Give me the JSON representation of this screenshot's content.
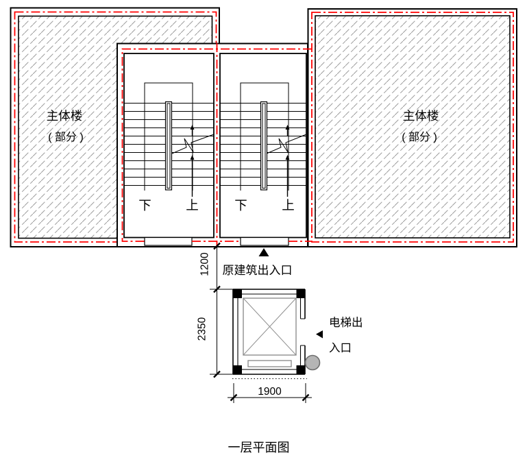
{
  "drawing": {
    "title": "一层平面图",
    "left_building": {
      "label_line1": "主体楼",
      "label_line2": "( 部分 )"
    },
    "right_building": {
      "label_line1": "主体楼",
      "label_line2": "( 部分 )"
    },
    "stairs": {
      "down": "下",
      "up": "上"
    },
    "annotations": {
      "building_entrance": "原建筑出入口",
      "elevator_entrance_line1": "电梯出",
      "elevator_entrance_line2": "入口"
    },
    "dimensions": {
      "entrance_offset": "1200",
      "elevator_depth": "2350",
      "elevator_width": "1900"
    },
    "colors": {
      "boundary_red": "#ff0000",
      "hatch_gray": "#9d9d9d",
      "detail_gray": "#8f8f8f",
      "column_circle_fill": "#b5b5b5",
      "line_black": "#000000"
    }
  }
}
